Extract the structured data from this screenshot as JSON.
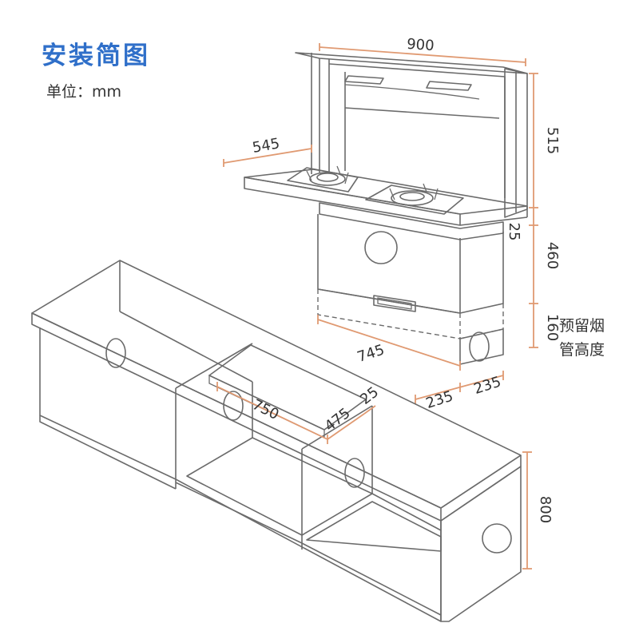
{
  "title": "安装简图",
  "unit": "单位：mm",
  "reserve_note": [
    "预留烟",
    "管高度"
  ],
  "dimensions": {
    "width_top": "900",
    "depth_top": "545",
    "height_panel": "515",
    "counter_offset": "25",
    "body_height": "460",
    "reserve_height": "160",
    "body_width": "745",
    "side_left": "235",
    "side_right": "235",
    "cutout_length": "750",
    "cutout_width": "475",
    "cutout_margin": "25",
    "cabinet_height": "800"
  },
  "colors": {
    "title": "#2f6fc9",
    "dimension_line": "#e09a72",
    "drawing_line": "#6b6b6b",
    "text": "#333333"
  }
}
